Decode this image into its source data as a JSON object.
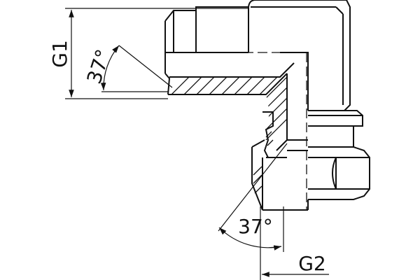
{
  "diagram": {
    "labels": {
      "thread_top": "G1",
      "thread_bottom": "G2",
      "angle_top": "37°",
      "angle_bottom": "37°"
    }
  }
}
